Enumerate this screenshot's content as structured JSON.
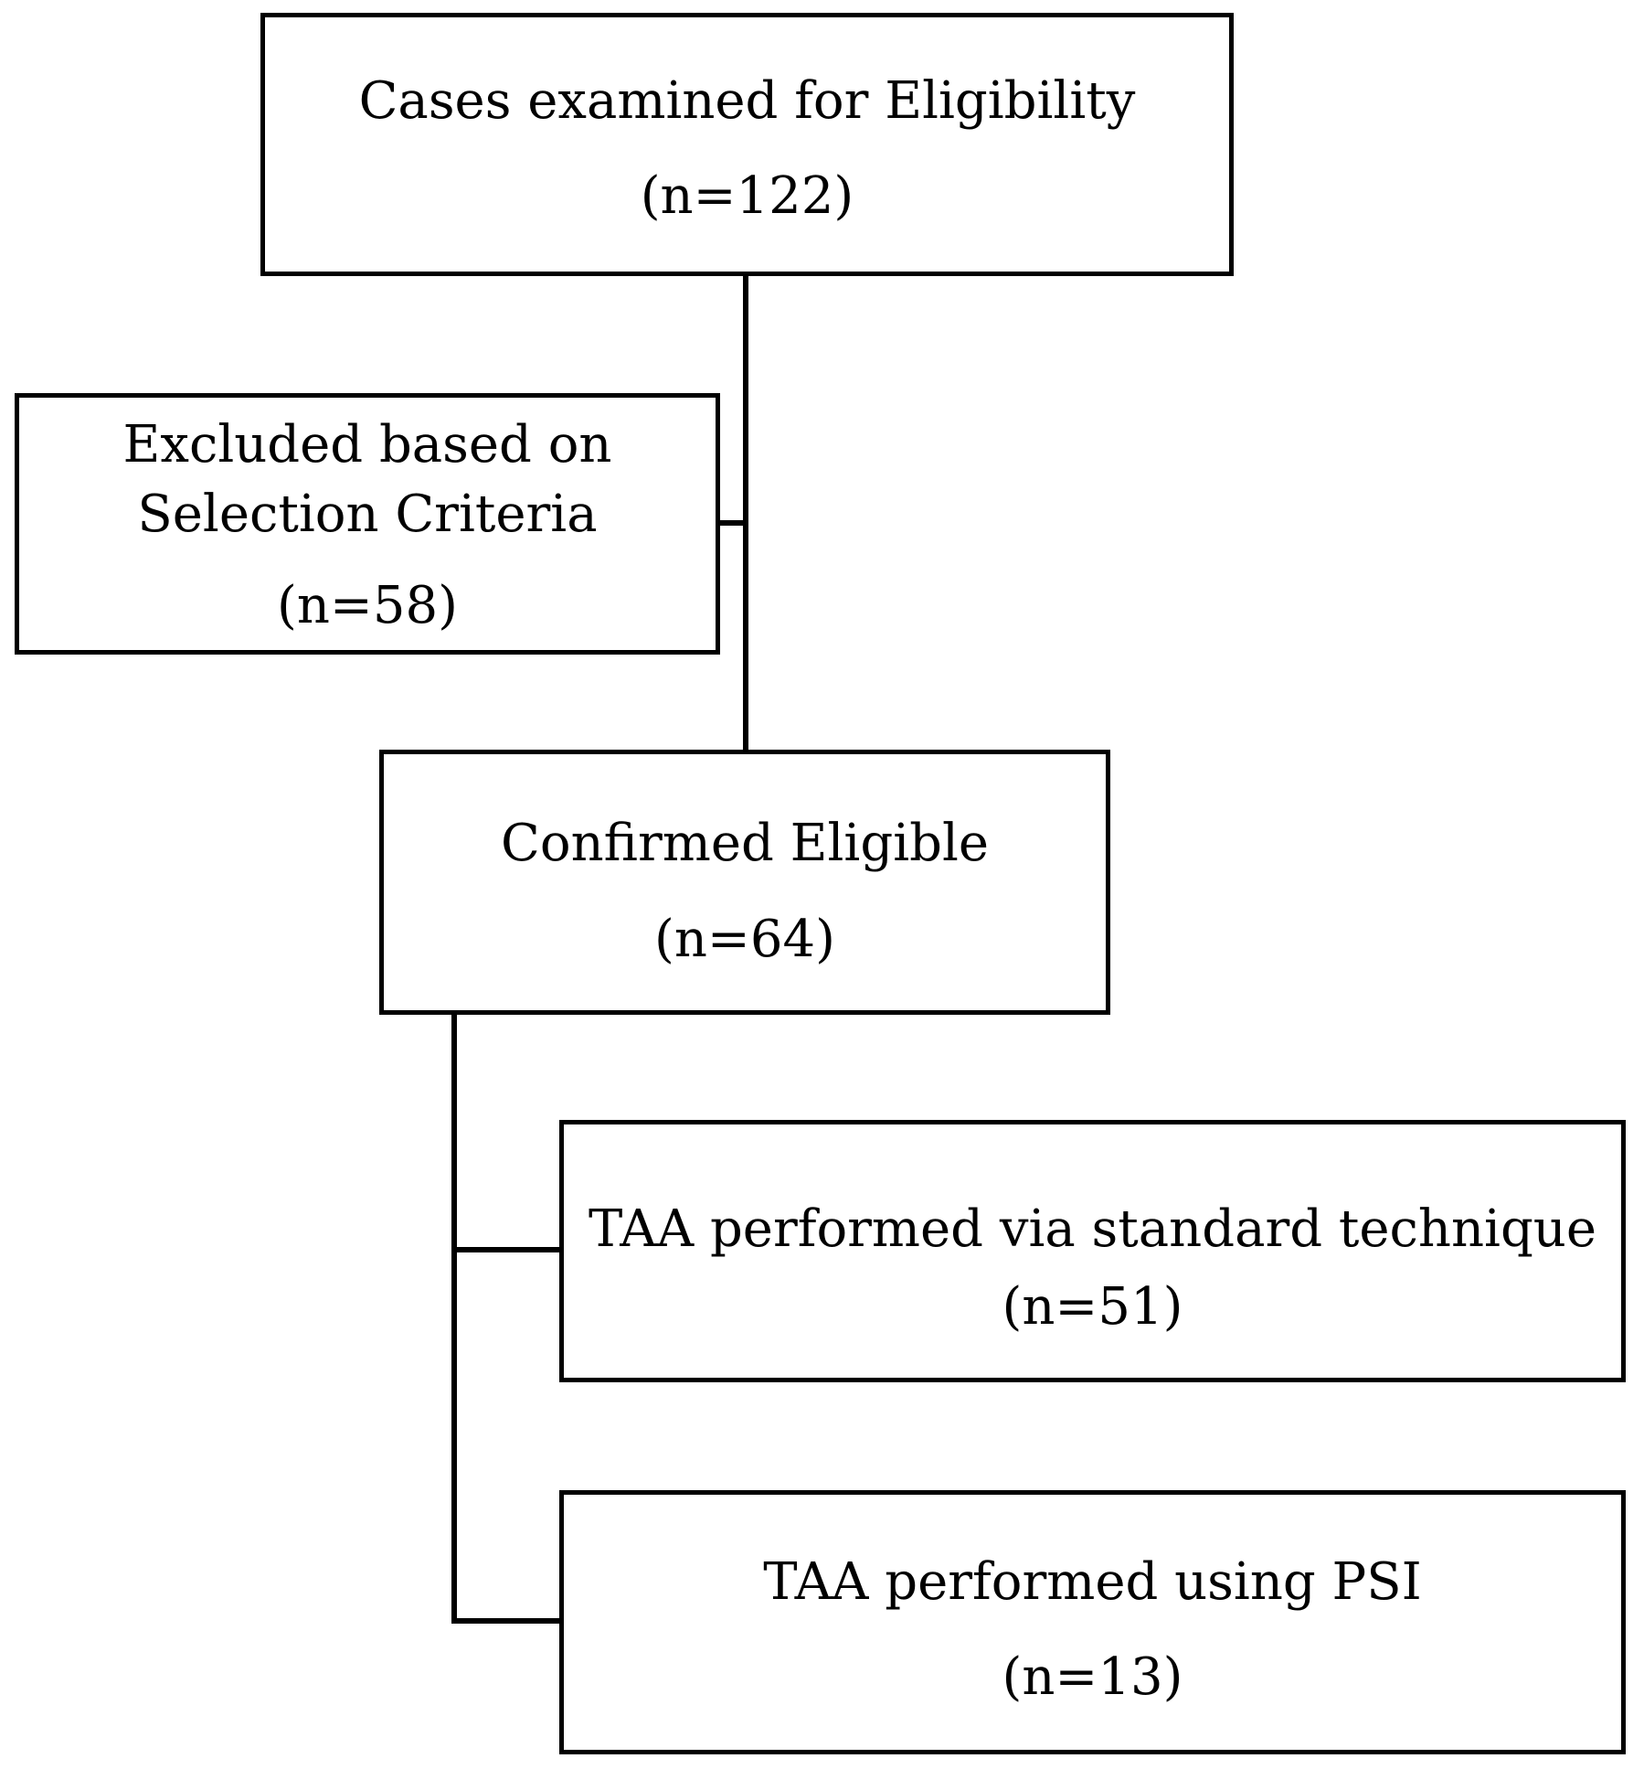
{
  "diagram": {
    "nodes": [
      {
        "id": "cases-examined",
        "lines": [
          "Cases examined for Eligibility"
        ],
        "count": "(n=122)"
      },
      {
        "id": "excluded",
        "lines": [
          "Excluded based on",
          "Selection Criteria"
        ],
        "count": "(n=58)"
      },
      {
        "id": "confirmed-eligible",
        "lines": [
          "Confirmed Eligible"
        ],
        "count": "(n=64)"
      },
      {
        "id": "taa-standard",
        "lines": [
          "TAA performed via standard technique"
        ],
        "count": "(n=51)"
      },
      {
        "id": "taa-psi",
        "lines": [
          "TAA performed using PSI"
        ],
        "count": "(n=13)"
      }
    ],
    "edges": [
      {
        "from": "cases-examined",
        "to": "confirmed-eligible"
      },
      {
        "from": "cases-examined",
        "to": "excluded"
      },
      {
        "from": "confirmed-eligible",
        "to": "taa-standard"
      },
      {
        "from": "confirmed-eligible",
        "to": "taa-psi"
      }
    ]
  }
}
